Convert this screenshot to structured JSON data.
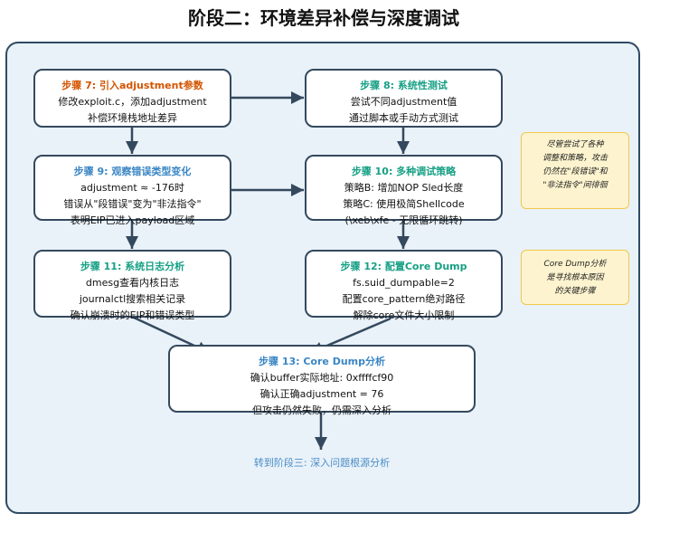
{
  "title": "阶段二：环境差异补偿与深度调试",
  "colors": {
    "orange": "#d35400",
    "teal": "#16a085",
    "blue": "#3a86c4",
    "border": "#34495e",
    "note_bg": "#fdf4cf"
  },
  "steps": [
    {
      "title": "步骤 7: 引入adjustment参数",
      "lines": [
        "修改exploit.c，添加adjustment",
        "补偿环境栈地址差异"
      ]
    },
    {
      "title": "步骤 8: 系统性测试",
      "lines": [
        "尝试不同adjustment值",
        "通过脚本或手动方式测试"
      ]
    },
    {
      "title": "步骤 9: 观察错误类型变化",
      "lines": [
        "adjustment ≈ -176时",
        "错误从\"段错误\"变为\"非法指令\"",
        "表明EIP已进入payload区域"
      ]
    },
    {
      "title": "步骤 10: 多种调试策略",
      "lines": [
        "策略B: 增加NOP Sled长度",
        "策略C: 使用极简Shellcode",
        "(\\xeb\\xfe - 无限循环跳转)"
      ]
    },
    {
      "title": "步骤 11: 系统日志分析",
      "lines": [
        "dmesg查看内核日志",
        "journalctl搜索相关记录",
        "确认崩溃时的EIP和错误类型"
      ]
    },
    {
      "title": "步骤 12: 配置Core Dump",
      "lines": [
        "fs.suid_dumpable=2",
        "配置core_pattern绝对路径",
        "解除core文件大小限制"
      ]
    },
    {
      "title": "步骤 13: Core Dump分析",
      "lines": [
        "确认buffer实际地址: 0xffffcf90",
        "确认正确adjustment = 76",
        "但攻击仍然失败，仍需深入分析"
      ]
    }
  ],
  "notes": [
    {
      "lines": [
        "尽管尝试了各种",
        "调整和策略，攻击",
        "仍然在\"段错误\"和",
        "\"非法指令\"间徘徊"
      ]
    },
    {
      "lines": [
        "Core Dump分析",
        "是寻找根本原因",
        "的关键步骤"
      ]
    }
  ],
  "footer": "转到阶段三: 深入问题根源分析"
}
